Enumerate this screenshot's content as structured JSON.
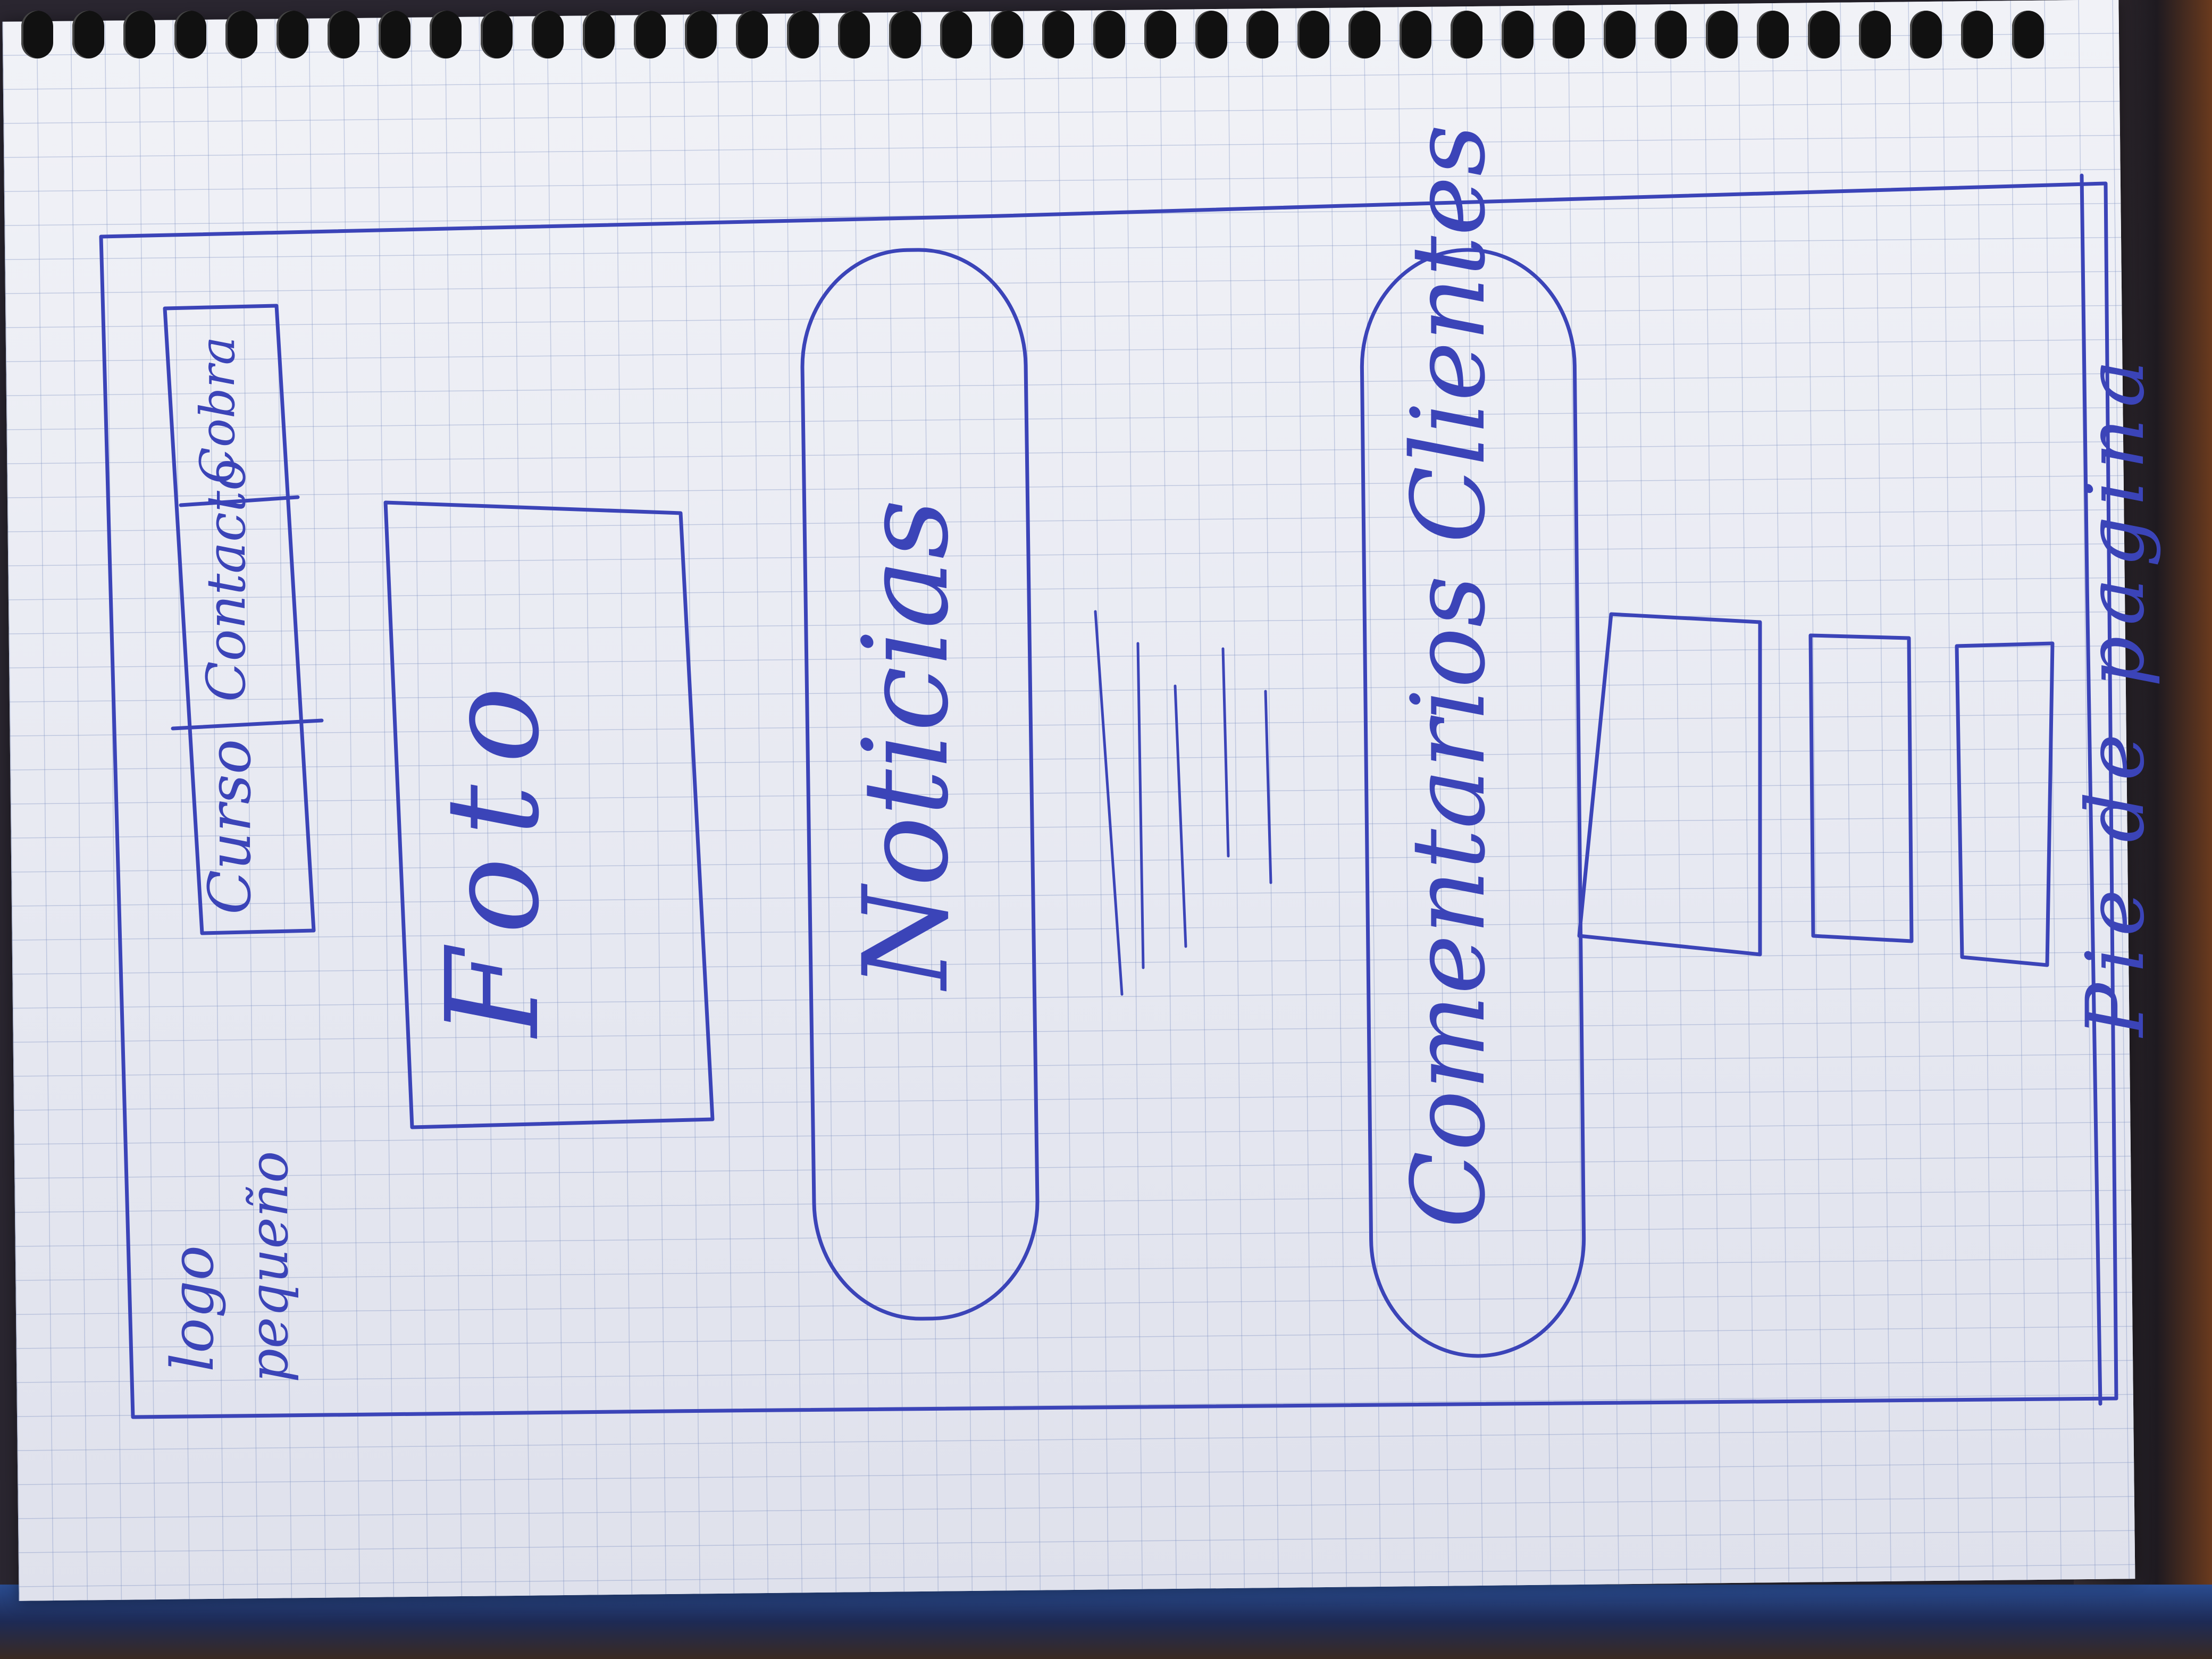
{
  "wireframe": {
    "logo": {
      "line1": "logo",
      "line2": "pequeño"
    },
    "nav": {
      "items": [
        {
          "label": "Curso"
        },
        {
          "label": "Contacto"
        },
        {
          "label": "Cobra"
        }
      ]
    },
    "hero": {
      "label": "Foto"
    },
    "news": {
      "label": "Noticias"
    },
    "comments": {
      "label": "Comentarios Clientes"
    },
    "footer": {
      "label": "Pie de pagina"
    }
  },
  "colors": {
    "ink": "#3b44b8",
    "paper": "#e9ebf3",
    "grid": "#8c9ccc"
  }
}
